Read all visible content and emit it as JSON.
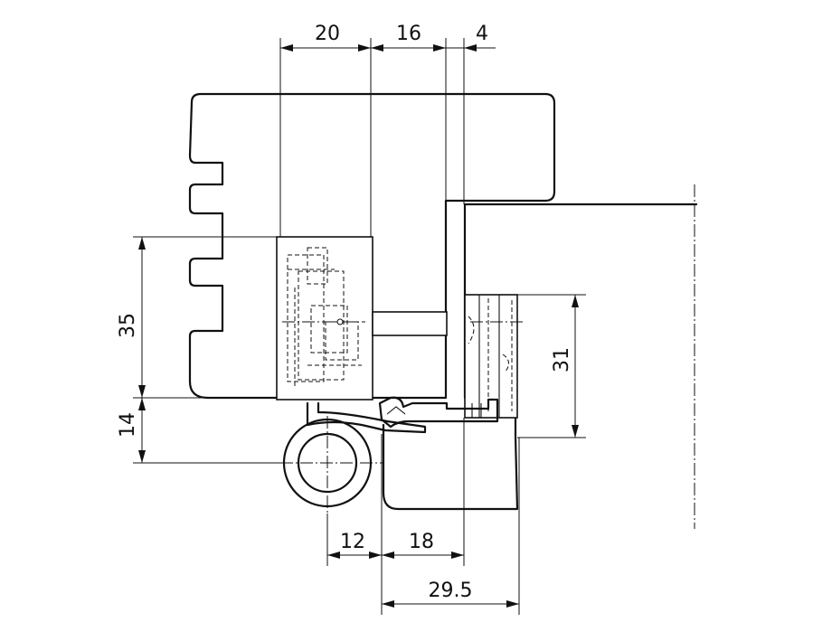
{
  "drawing": {
    "dimensions": {
      "top_a": "20",
      "top_b": "16",
      "top_c": "4",
      "left_a": "35",
      "left_b": "14",
      "right_a": "31",
      "bottom_a": "12",
      "bottom_b": "18",
      "bottom_c": "29.5"
    }
  }
}
